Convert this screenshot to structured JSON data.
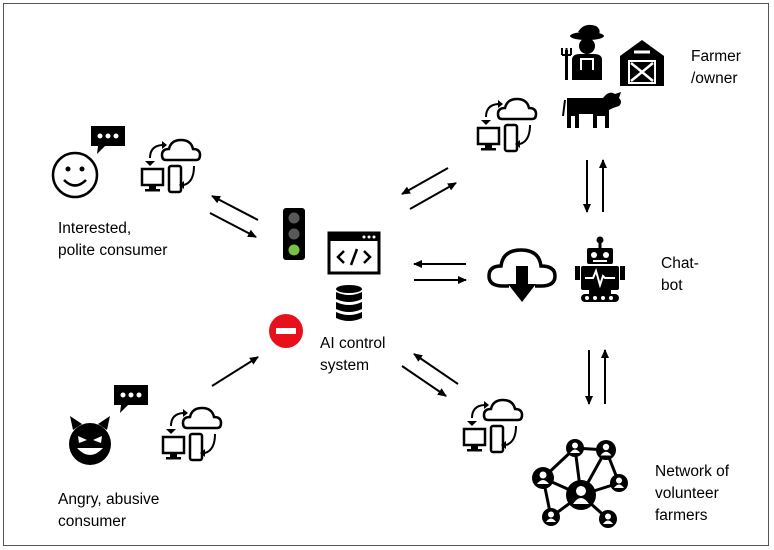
{
  "labels": {
    "farmer": [
      "Farmer",
      "/owner"
    ],
    "chatbot": [
      "Chat-",
      "bot"
    ],
    "polite_consumer": [
      "Interested,",
      "polite consumer"
    ],
    "ai_system": [
      "AI control",
      "system"
    ],
    "abusive_consumer": [
      "Angry, abusive",
      "consumer"
    ],
    "network": [
      "Network of",
      "volunteer",
      "farmers"
    ]
  },
  "icons": {
    "speech_bubble": "speech-bubble-icon",
    "smiley": "smiley-face-icon",
    "devil": "devil-face-icon",
    "cloud_devices": "cloud-devices-sync-icon",
    "traffic_light": "traffic-light-icon",
    "code_window": "code-window-icon",
    "database": "database-icon",
    "stop": "no-entry-icon",
    "cloud_download": "cloud-download-icon",
    "robot": "robot-icon",
    "farmer": "farmer-icon",
    "barn": "barn-icon",
    "cow": "cow-icon",
    "network": "people-network-icon"
  },
  "colors": {
    "stop_sign": "#e8101a",
    "traffic_green": "#7ac143",
    "traffic_off": "#595959",
    "icon": "#000000"
  }
}
